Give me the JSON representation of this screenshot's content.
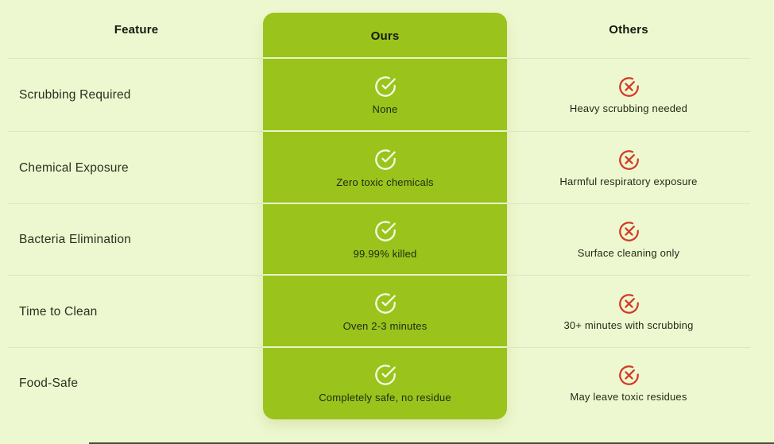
{
  "chart_data": {
    "type": "table",
    "columns": [
      {
        "label": "Feature"
      },
      {
        "label": "Ours"
      },
      {
        "label": "Others"
      }
    ],
    "rows": [
      {
        "feature": "Scrubbing Required",
        "ours": {
          "icon": "check-circle",
          "text": "None"
        },
        "others": {
          "icon": "x-circle",
          "text": "Heavy scrubbing needed"
        }
      },
      {
        "feature": "Chemical Exposure",
        "ours": {
          "icon": "check-circle",
          "text": "Zero toxic chemicals"
        },
        "others": {
          "icon": "x-circle",
          "text": "Harmful respiratory exposure"
        }
      },
      {
        "feature": "Bacteria Elimination",
        "ours": {
          "icon": "check-circle",
          "text": "99.99% killed"
        },
        "others": {
          "icon": "x-circle",
          "text": "Surface cleaning only"
        }
      },
      {
        "feature": "Time to Clean",
        "ours": {
          "icon": "check-circle",
          "text": "Oven 2-3 minutes"
        },
        "others": {
          "icon": "x-circle",
          "text": "30+ minutes with scrubbing"
        }
      },
      {
        "feature": "Food-Safe",
        "ours": {
          "icon": "check-circle",
          "text": "Completely safe, no residue"
        },
        "others": {
          "icon": "x-circle",
          "text": "May leave toxic residues"
        }
      }
    ],
    "grid": "row-dividers",
    "legend_position": "none"
  },
  "colors": {
    "background": "#eef8d0",
    "panel_green": "#9ac31c",
    "divider_light": "#dbe7bf",
    "divider_on_green": "#f3fade",
    "check_icon": "#f3fbdf",
    "x_icon": "#d23b28",
    "header_text": "#121a0e",
    "feature_text": "#28321f",
    "cell_text": "#1f2913",
    "bottom_line": "#454c3c"
  }
}
